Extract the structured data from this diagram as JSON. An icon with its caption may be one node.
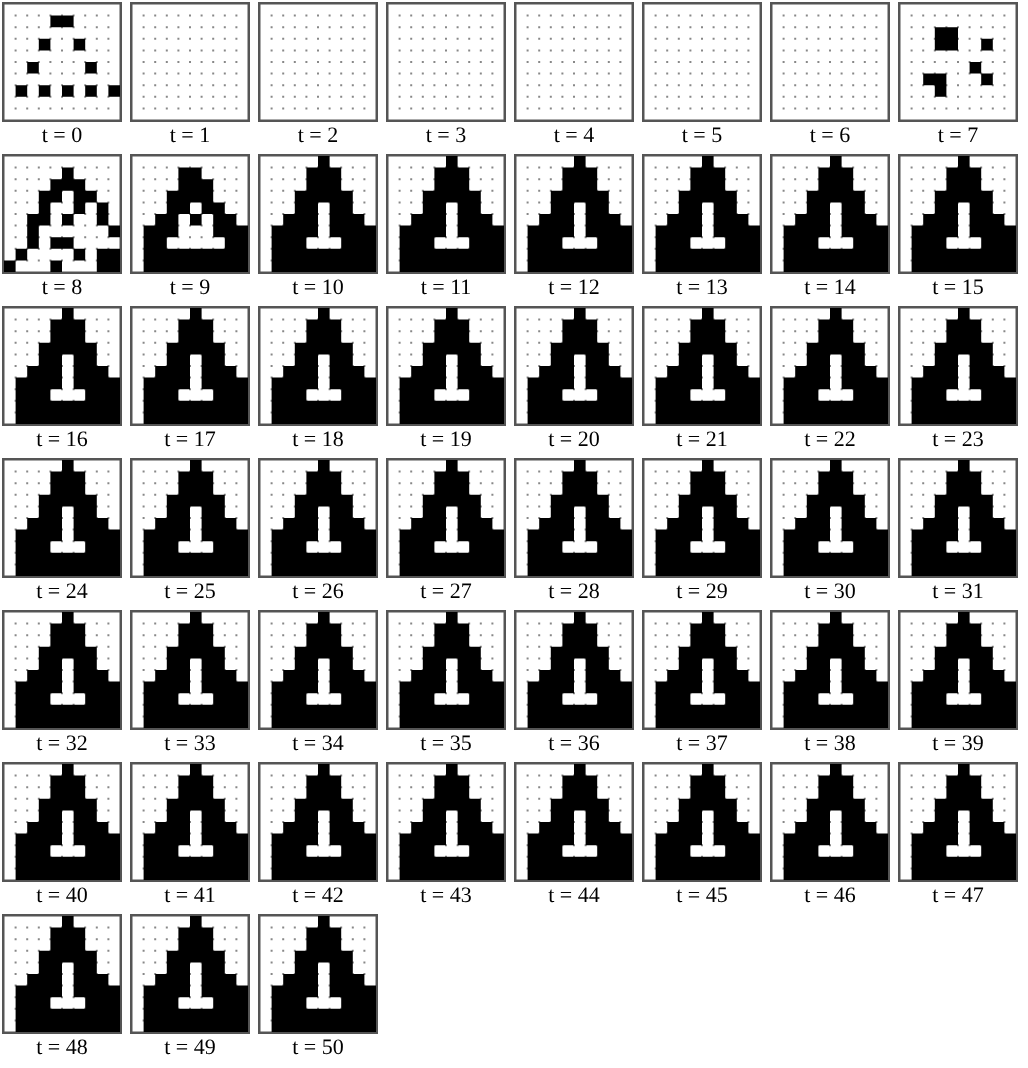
{
  "diagram": {
    "nodes": [
      {
        "text": [
          "t = 0"
        ]
      },
      {
        "text": [
          "t = 1"
        ]
      },
      {
        "text": [
          "t = 2"
        ]
      },
      {
        "text": [
          "t = 3"
        ]
      },
      {
        "text": [
          "t = 4"
        ]
      },
      {
        "text": [
          "t = 5"
        ]
      },
      {
        "text": [
          "t = 6"
        ]
      },
      {
        "text": [
          "t = 7"
        ]
      },
      {
        "text": [
          "t = 8"
        ]
      },
      {
        "text": [
          "t = 9"
        ]
      },
      {
        "text": [
          "t = 10"
        ]
      },
      {
        "text": [
          "t = 11"
        ]
      },
      {
        "text": [
          "t = 12"
        ]
      },
      {
        "text": [
          "t = 13"
        ]
      },
      {
        "text": [
          "t = 14"
        ]
      },
      {
        "text": [
          "t = 15"
        ]
      },
      {
        "text": [
          "t = 16"
        ]
      },
      {
        "text": [
          "t = 17"
        ]
      },
      {
        "text": [
          "t = 18"
        ]
      },
      {
        "text": [
          "t = 19"
        ]
      },
      {
        "text": [
          "t = 20"
        ]
      },
      {
        "text": [
          "t = 21"
        ]
      },
      {
        "text": [
          "t = 22"
        ]
      },
      {
        "text": [
          "t = 23"
        ]
      },
      {
        "text": [
          "t = 24"
        ]
      },
      {
        "text": [
          "t = 25"
        ]
      },
      {
        "text": [
          "t = 26"
        ]
      },
      {
        "text": [
          "t = 27"
        ]
      },
      {
        "text": [
          "t = 28"
        ]
      },
      {
        "text": [
          "t = 29"
        ]
      },
      {
        "text": [
          "t = 30"
        ]
      },
      {
        "text": [
          "t = 31"
        ]
      },
      {
        "text": [
          "t = 32"
        ]
      },
      {
        "text": [
          "t = 33"
        ]
      },
      {
        "text": [
          "t = 34"
        ]
      },
      {
        "text": [
          "t = 35"
        ]
      },
      {
        "text": [
          "t = 36"
        ]
      },
      {
        "text": [
          "t = 37"
        ]
      },
      {
        "text": [
          "t = 38"
        ]
      },
      {
        "text": [
          "t = 39"
        ]
      },
      {
        "text": [
          "t = 40"
        ]
      },
      {
        "text": [
          "t = 41"
        ]
      },
      {
        "text": [
          "t = 42"
        ]
      },
      {
        "text": [
          "t = 43"
        ]
      },
      {
        "text": [
          "t = 44"
        ]
      },
      {
        "text": [
          "t = 45"
        ]
      },
      {
        "text": [
          "t = 46"
        ]
      },
      {
        "text": [
          "t = 47"
        ]
      },
      {
        "text": [
          "t = 48"
        ]
      },
      {
        "text": [
          "t = 49"
        ]
      },
      {
        "text": [
          "t = 50"
        ]
      }
    ]
  }
}
